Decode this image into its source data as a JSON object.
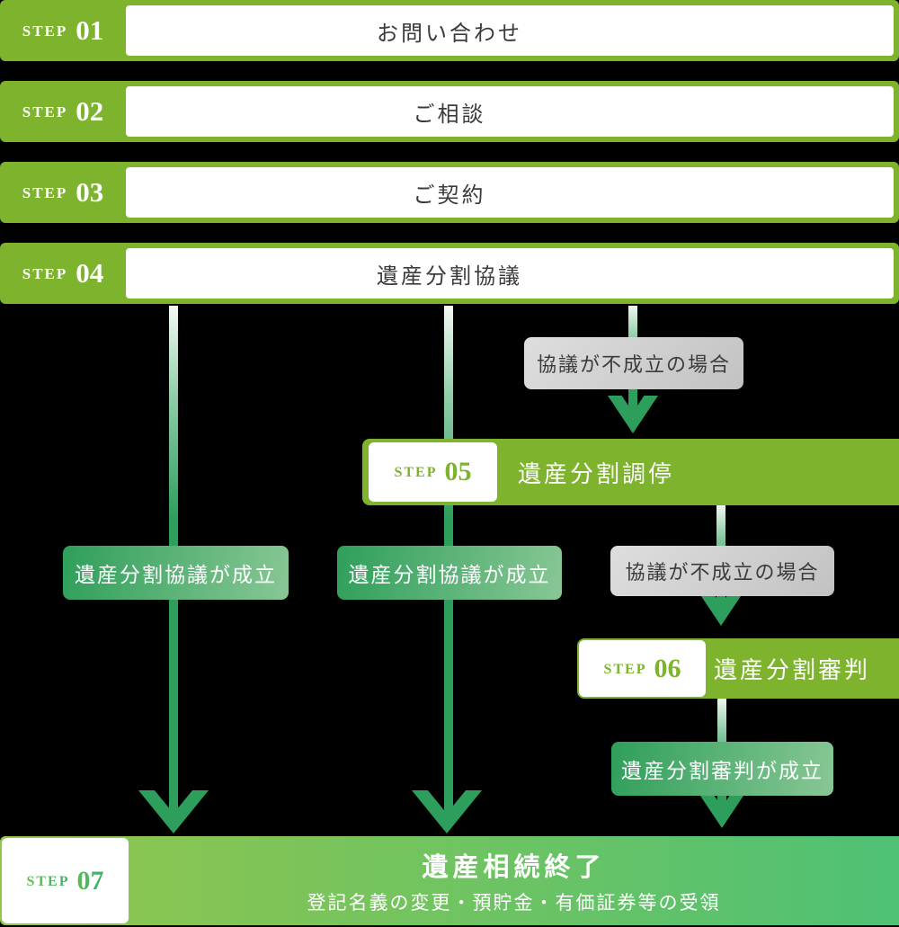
{
  "flow": {
    "steps": [
      {
        "label": "STEP",
        "number": "01",
        "title": "お問い合わせ"
      },
      {
        "label": "STEP",
        "number": "02",
        "title": "ご相談"
      },
      {
        "label": "STEP",
        "number": "03",
        "title": "ご契約"
      },
      {
        "label": "STEP",
        "number": "04",
        "title": "遺産分割協議"
      },
      {
        "label": "STEP",
        "number": "05",
        "title": "遺産分割調停"
      },
      {
        "label": "STEP",
        "number": "06",
        "title": "遺産分割審判"
      },
      {
        "label": "STEP",
        "number": "07",
        "title": "遺産相続終了",
        "subtitle": "登記名義の変更・預貯金・有価証券等の受領"
      }
    ],
    "condition_badges": [
      {
        "text": "協議が不成立の場合"
      },
      {
        "text": "協議が不成立の場合"
      }
    ],
    "result_badges": [
      {
        "text": "遺産分割協議が成立"
      },
      {
        "text": "遺産分割協議が成立"
      },
      {
        "text": "遺産分割審判が成立"
      }
    ]
  },
  "colors": {
    "background": "#000000",
    "bar-green": "#7db32d",
    "arrow-green": "#2d9e5c",
    "badge-green-start": "#2f9f5b",
    "badge-green-end": "#88c795",
    "badge-gray-start": "#dedede",
    "badge-gray-end": "#c2c2c2",
    "step7-start": "#93c64c",
    "step7-end": "#4ec175",
    "text-dark": "#3b3b3b",
    "white": "#ffffff"
  }
}
